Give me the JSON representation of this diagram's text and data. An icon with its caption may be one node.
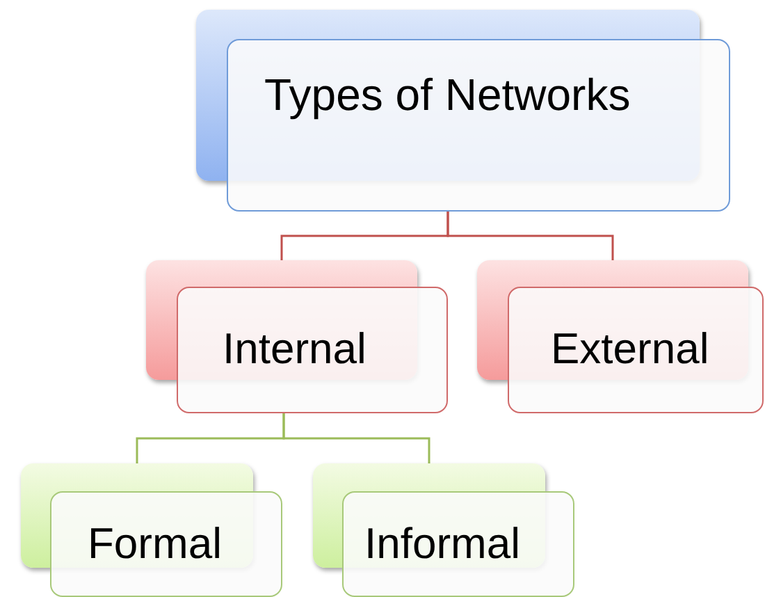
{
  "diagram": {
    "nodes": [
      {
        "text": [
          "Types of Networks"
        ]
      },
      {
        "text": [
          "Internal"
        ]
      },
      {
        "text": [
          "External"
        ]
      },
      {
        "text": [
          "Formal"
        ]
      },
      {
        "text": [
          "Informal"
        ]
      }
    ],
    "edges": [
      {
        "from": 0,
        "to": 1,
        "arrow": "none",
        "color": "#c0504d"
      },
      {
        "from": 0,
        "to": 2,
        "arrow": "none",
        "color": "#c0504d"
      },
      {
        "from": 1,
        "to": 3,
        "arrow": "none",
        "color": "#9bbb59"
      },
      {
        "from": 1,
        "to": 4,
        "arrow": "none",
        "color": "#9bbb59"
      }
    ]
  }
}
